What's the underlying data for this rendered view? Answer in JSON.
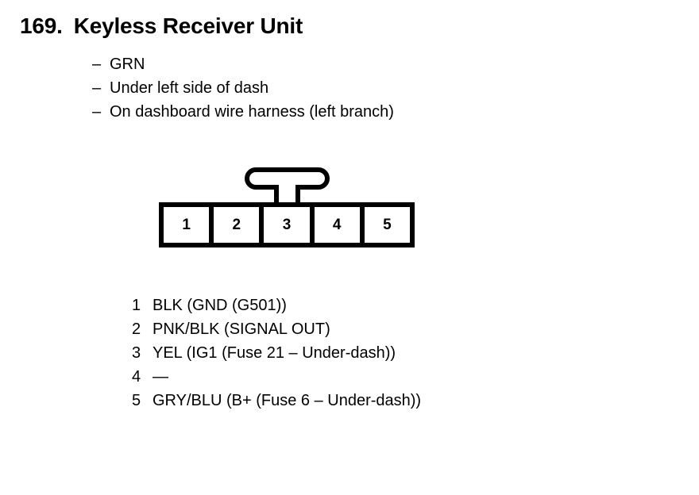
{
  "page": {
    "background": "#ffffff",
    "ink": "#000000"
  },
  "heading": {
    "number": "169.",
    "title": "Keyless Receiver Unit"
  },
  "bullets": [
    {
      "marker": "–",
      "text": "GRN"
    },
    {
      "marker": "–",
      "text": "Under left side of dash"
    },
    {
      "marker": "–",
      "text": "On dashboard wire harness (left branch)"
    }
  ],
  "connector": {
    "cavity_count": 5,
    "cavities": [
      "1",
      "2",
      "3",
      "4",
      "5"
    ],
    "has_locking_tab": true
  },
  "legend": [
    {
      "pin": "1",
      "text": "BLK (GND (G501))"
    },
    {
      "pin": "2",
      "text": "PNK/BLK (SIGNAL OUT)"
    },
    {
      "pin": "3",
      "text": "YEL (IG1 (Fuse 21 – Under-dash))"
    },
    {
      "pin": "4",
      "text": "—"
    },
    {
      "pin": "5",
      "text": "GRY/BLU (B+ (Fuse 6 – Under-dash))"
    }
  ]
}
